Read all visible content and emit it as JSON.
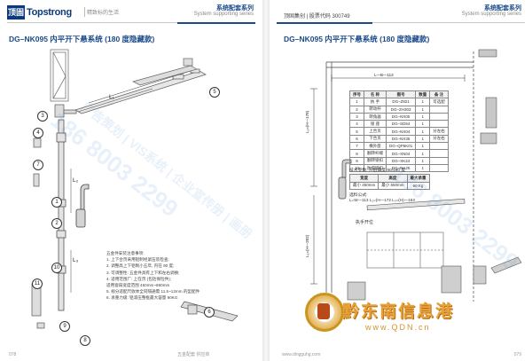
{
  "left_page": {
    "brand_mark": "顶固",
    "brand_name": "Topstrong",
    "slogan": "精致标的生活",
    "series_zh": "系统配套系列",
    "series_en": "System supporting series",
    "title": "DG–NK095 内平开下悬系统 (180 度隐藏款)",
    "part_numbers": [
      "1",
      "2",
      "3",
      "4",
      "5",
      "6",
      "7",
      "8",
      "9",
      "10",
      "11"
    ],
    "dim_label_L1": "L₁",
    "dim_label_L2": "L₂",
    "dim_label_L3": "L₃",
    "notes_title": "五金件安装注意事项:",
    "notes": [
      "1. 上下合页采用铝制经紧压装检查;",
      "2. 调整高上下铝制小五年, 内在 90 度;",
      "3. 可调整性: 五金件具有上下和左右调换;",
      "4. 适用范围厂: 上在页 (包括保险件);",
      "适用窗扇宽度范围 450mm~860mm",
      "5. 规分适配尺收体全同隔通需 11.5~12mm 的型配件",
      "6. 承重力级: 铝漆压整框最大容量 90KG"
    ],
    "footer_left": "078",
    "footer_right": "五金配套 供应商"
  },
  "right_page": {
    "stock_label": "顶固集创 | 股票代码 300749",
    "series_zh": "系统配套系列",
    "series_en": "System supporting series",
    "title": "DG–NK095 内平开下悬系统 (180 度隐藏款)",
    "dim_top": "L—B—113",
    "dim_side_top": "L₂=(H—178)",
    "dim_side_bottom": "L₃=(H—202)",
    "bom_headers": [
      "序号",
      "名 称",
      "图号",
      "数量",
      "备 注"
    ],
    "bom_rows": [
      [
        "1",
        "执 手",
        "DG–Z821",
        "1",
        "可选配"
      ],
      [
        "2",
        "转动杆",
        "DG–ZH303",
        "1",
        ""
      ],
      [
        "3",
        "转角器",
        "DG–NX05",
        "1",
        ""
      ],
      [
        "4",
        "锁 座",
        "DG–SD54",
        "1",
        ""
      ],
      [
        "5",
        "上合页",
        "DG–NX04",
        "1",
        "分左右"
      ],
      [
        "6",
        "下合页",
        "DG–NX35",
        "1",
        "分左右"
      ],
      [
        "7",
        "横外座",
        "DG–QP5K01",
        "1",
        ""
      ],
      [
        "8",
        "翻转杆端",
        "DG–XN04",
        "1",
        ""
      ],
      [
        "9",
        "翻转锁扣",
        "DG–XK24",
        "1",
        ""
      ],
      [
        "10",
        "防提锁扣",
        "DG–NA26",
        "1",
        ""
      ]
    ],
    "tech_title": "技术参数: 开启角度 90/180 度",
    "tech_headers": [
      "宽度",
      "高度",
      "最大承重"
    ],
    "tech_row": [
      "最小 450mm",
      "最小 550mm",
      "90 Kg"
    ],
    "calc_title": "选料公式:",
    "calc": "L=W—113    L₂=(H—172    L₃=(H)—163",
    "open_label": "执手开位",
    "footer_left": "www.dingguhg.com",
    "footer_right": "079"
  },
  "watermark": {
    "phone": "186 8003 2299",
    "ad": "广告策划 | VIS系统 | 企业宣传册 | 画册",
    "site_name": "黔东南信息港",
    "site_url": "www.QDN.cn"
  },
  "colors": {
    "brand_blue": "#1b4a8a",
    "watermark_gold": "#e7a23a"
  }
}
